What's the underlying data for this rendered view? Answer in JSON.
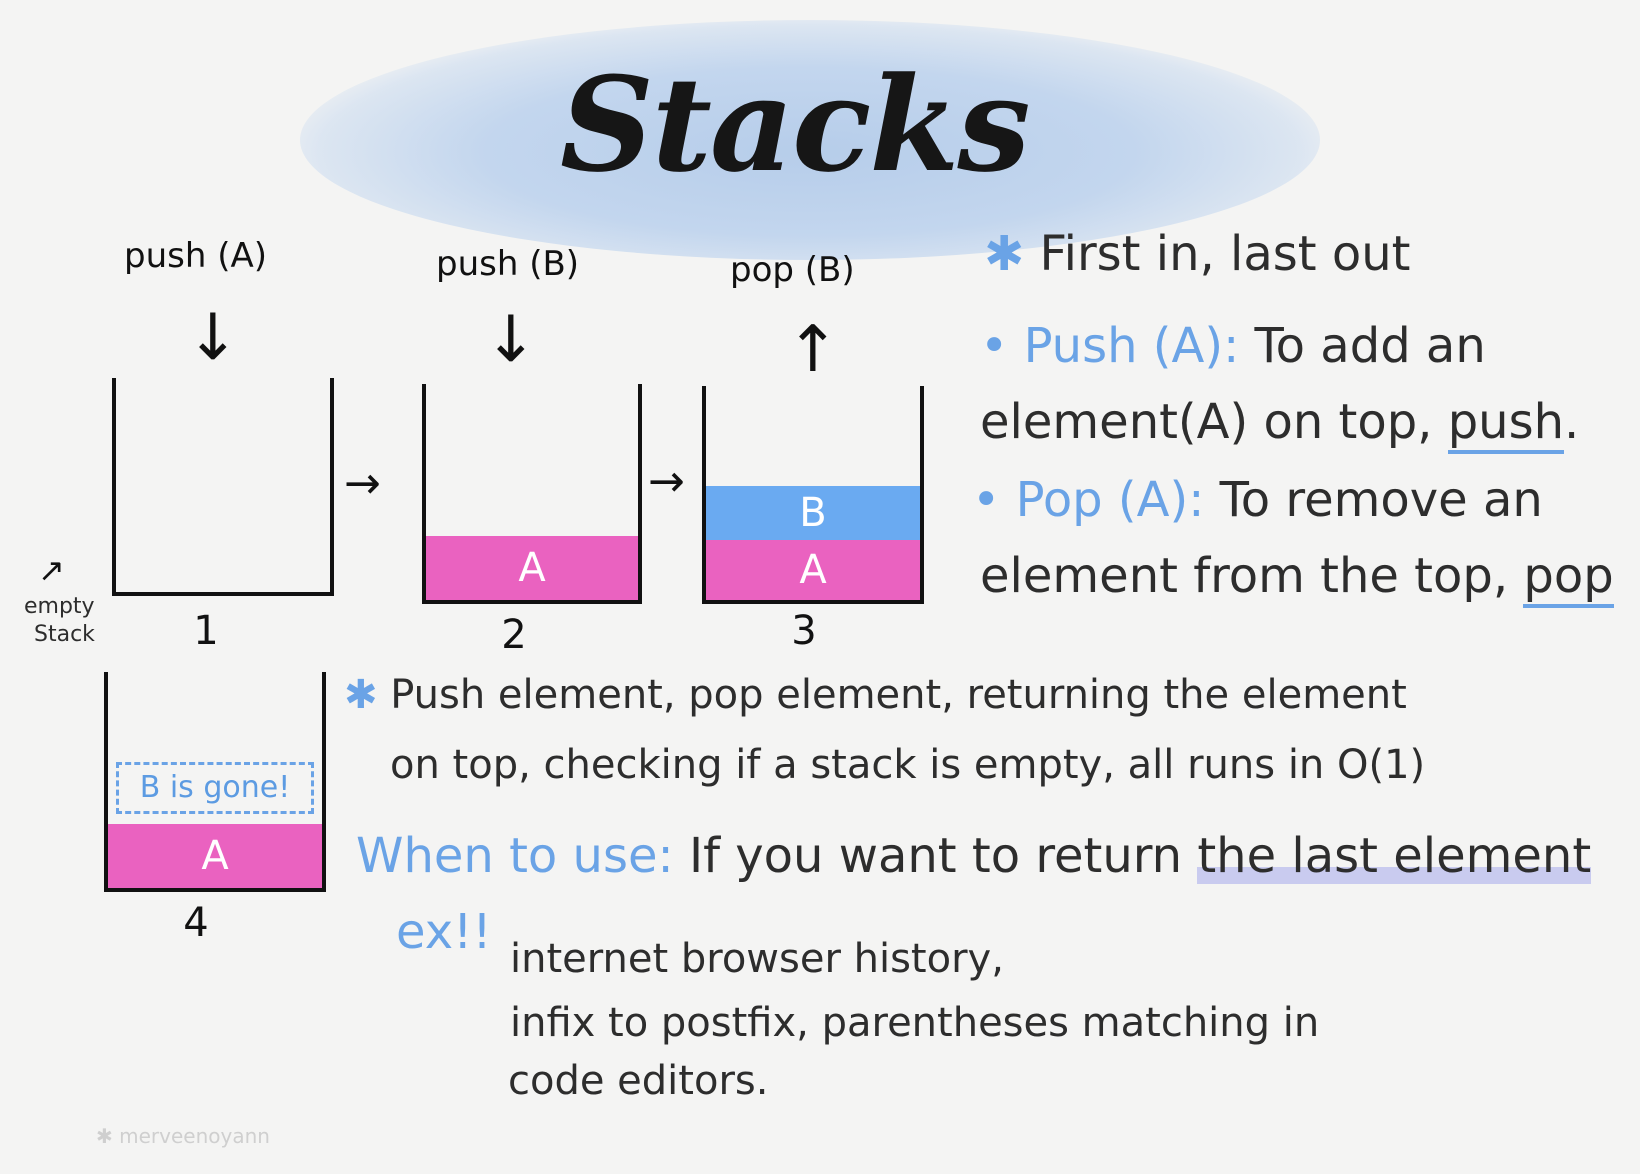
{
  "title": "Stacks",
  "operations": [
    {
      "label": "push (A)",
      "arrow": "↓"
    },
    {
      "label": "push (B)",
      "arrow": "↓"
    },
    {
      "label": "pop (B)",
      "arrow": "↑"
    }
  ],
  "steps": {
    "s1": {
      "number": "1",
      "items": []
    },
    "s2": {
      "number": "2",
      "items": [
        "A"
      ]
    },
    "s3": {
      "number": "3",
      "items": [
        "A",
        "B"
      ]
    },
    "s4": {
      "number": "4",
      "items": [
        "A"
      ],
      "gone_note": "B is gone!"
    }
  },
  "transition_arrow": "→",
  "empty_stack_label": {
    "line1": "empty",
    "line2": "Stack",
    "arrow": "↗"
  },
  "definitions": {
    "lifo": "First in, last out",
    "push_term": "Push (A):",
    "push_line1": "To add an",
    "push_line2": "element(A) on top,",
    "push_keyword": "push",
    "pop_term": "Pop (A):",
    "pop_line1": "To remove an",
    "pop_line2": "element from the top,",
    "pop_keyword": "pop"
  },
  "complexity": {
    "line1": "Push element, pop element, returning the element",
    "line2": "on top, checking if a stack is empty, all runs in O(1)"
  },
  "when_to_use": {
    "label": "When to use:",
    "text": "If you want to return",
    "highlight": "the last element"
  },
  "examples": {
    "label": "ex!!",
    "line1": "internet browser history,",
    "line2": "infix to postfix, parentheses matching in",
    "line3": "code editors."
  },
  "watermark": "merveenoyann",
  "colors": {
    "push_cell": "#ea62c0",
    "top_cell": "#6aaaf1",
    "accent": "#6aa3e6",
    "title_wash": "#b6cdea",
    "highlight": "#c9cbef"
  }
}
